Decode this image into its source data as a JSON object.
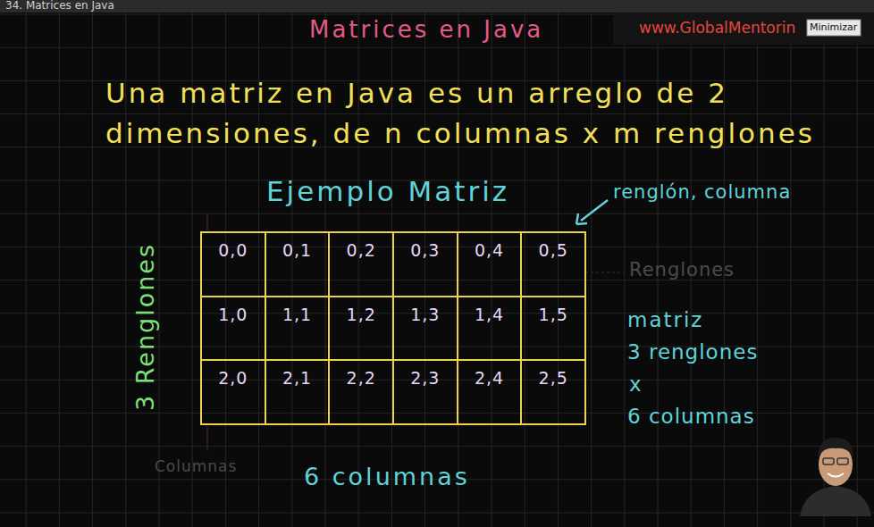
{
  "diagram": {
    "title": "Matrices en Java",
    "nodes": [
      {
        "text": [
          "0,0"
        ]
      },
      {
        "text": [
          "0,1"
        ]
      },
      {
        "text": [
          "0,2"
        ]
      },
      {
        "text": [
          "0,3"
        ]
      },
      {
        "text": [
          "0,4"
        ]
      },
      {
        "text": [
          "0,5"
        ]
      },
      {
        "text": [
          "1,0"
        ]
      },
      {
        "text": [
          "1,1"
        ]
      },
      {
        "text": [
          "1,2"
        ]
      },
      {
        "text": [
          "1,3"
        ]
      },
      {
        "text": [
          "1,4"
        ]
      },
      {
        "text": [
          "1,5"
        ]
      },
      {
        "text": [
          "2,0"
        ]
      },
      {
        "text": [
          "2,1"
        ]
      },
      {
        "text": [
          "2,2"
        ]
      },
      {
        "text": [
          "2,3"
        ]
      },
      {
        "text": [
          "2,4"
        ]
      },
      {
        "text": [
          "2,5"
        ]
      }
    ],
    "labels": [
      "34. Matrices en Java",
      "www.GlobalMentorin",
      "Minimizar",
      "Una matriz en Java es un arreglo de 2 dimensiones, de n columnas x m renglones",
      "Ejemplo Matriz",
      "renglón, columna",
      "Renglones",
      "3 Renglones",
      "matriz",
      "3 renglones",
      "x",
      "6 columnas",
      "Columnas",
      "6 columnas"
    ]
  }
}
